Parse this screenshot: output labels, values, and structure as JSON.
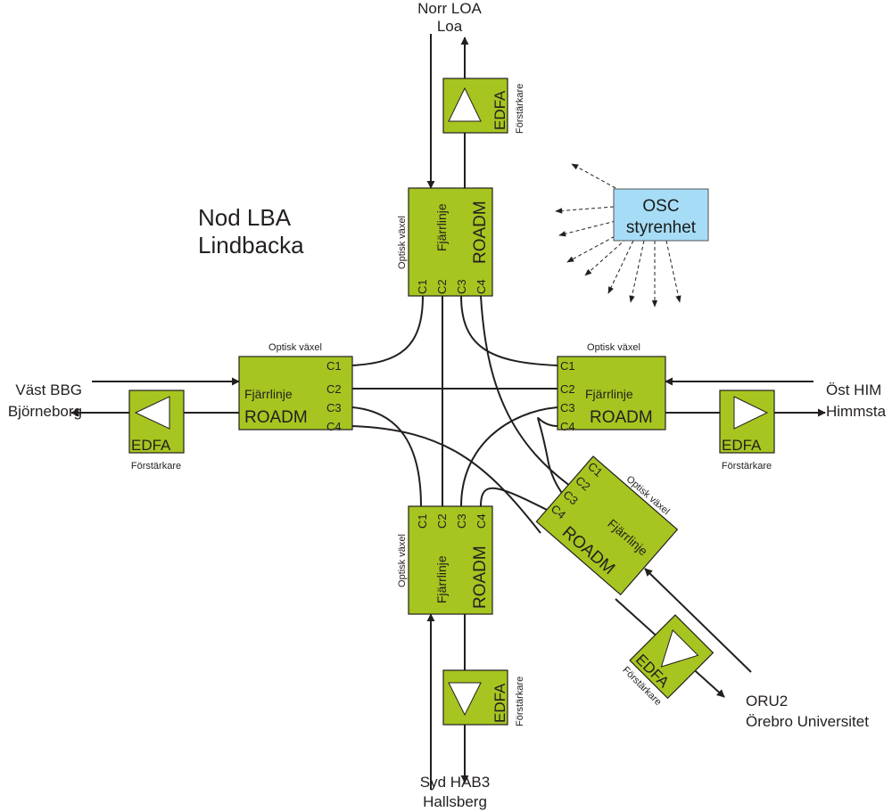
{
  "node": {
    "line1": "Nod LBA",
    "line2": "Lindbacka"
  },
  "north": {
    "line1": "Norr LOA",
    "line2": "Loa"
  },
  "west": {
    "line1": "Väst BBG",
    "line2": "Björneborg"
  },
  "east": {
    "line1": "Öst HIM",
    "line2": "Himmsta"
  },
  "south": {
    "line1": "Syd HAB3",
    "line2": "Hallsberg"
  },
  "southeast": {
    "line1": "ORU2",
    "line2": "Örebro Universitet"
  },
  "labels": {
    "switch": "Optisk växel",
    "line": "Fjärrlinje",
    "roadm": "ROADM",
    "edfa": "EDFA",
    "amp": "Förstärkare",
    "ports": [
      "C1",
      "C2",
      "C3",
      "C4"
    ]
  },
  "osc": {
    "line1": "OSC",
    "line2": "styrenhet"
  },
  "colors": {
    "box_fill": "#a6c520",
    "osc_fill": "#a6dcf5",
    "stroke": "#231f20"
  }
}
